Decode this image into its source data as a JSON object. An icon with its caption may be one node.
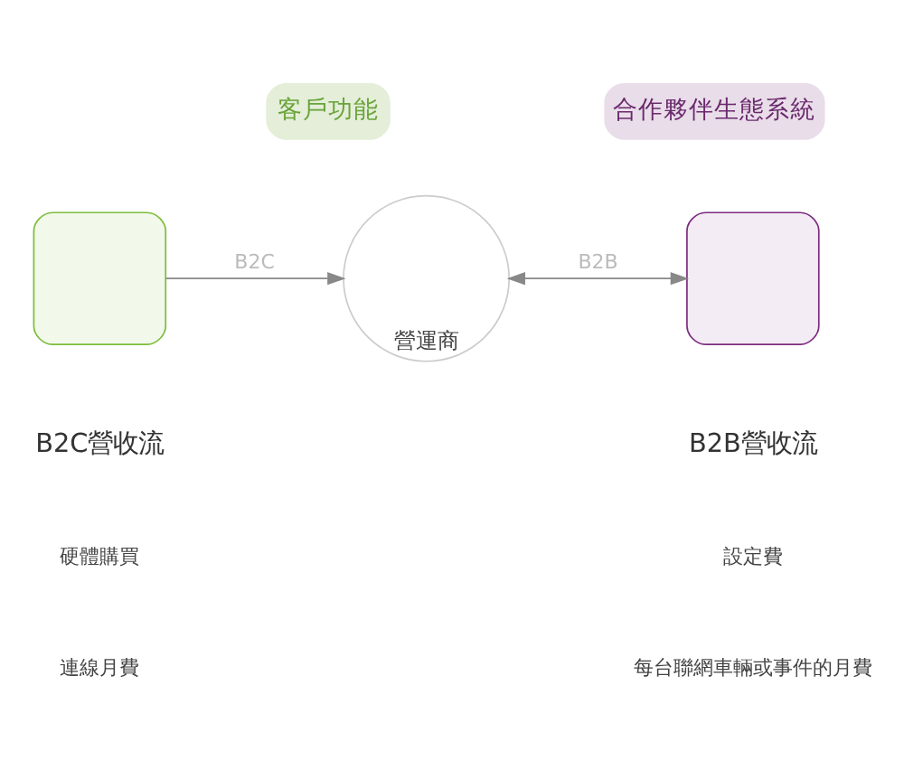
{
  "diagram": {
    "nodes": [
      {
        "text": [
          "客戶功能"
        ]
      },
      {
        "text": [
          "合作夥伴生態系統"
        ]
      },
      {
        "text": [],
        "shape": "box"
      },
      {
        "text": [
          "營運商"
        ]
      },
      {
        "text": [],
        "shape": "box"
      }
    ],
    "edges": [
      {
        "from": 2,
        "to": 3,
        "arrow": "to",
        "label": "B2C"
      },
      {
        "from": 3,
        "to": 4,
        "arrow": "both",
        "label": "B2B"
      }
    ],
    "labels": [
      "B2C營收流",
      "硬體購買",
      "連線月費",
      "B2B營收流",
      "設定費",
      "每台聯網車輛或事件的月費"
    ]
  }
}
